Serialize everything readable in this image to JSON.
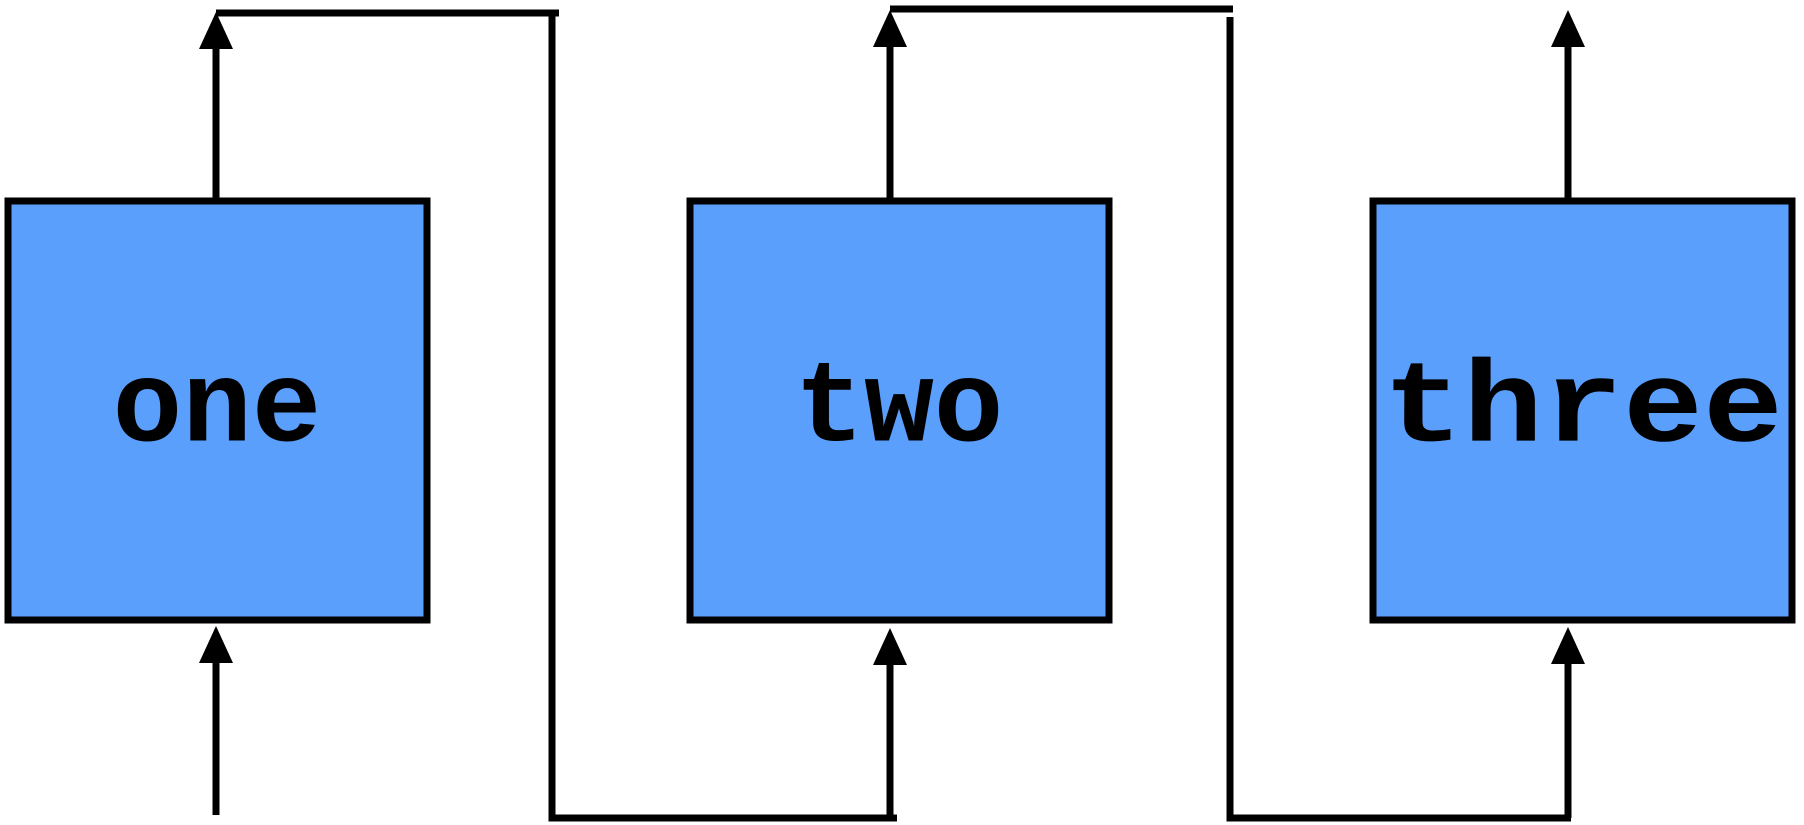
{
  "diagram": {
    "background": "#ffffff",
    "box_fill": "#5a9ffc",
    "stroke_color": "#000000",
    "boxes": [
      {
        "id": "one",
        "label": "one"
      },
      {
        "id": "two",
        "label": "two"
      },
      {
        "id": "three",
        "label": "three"
      }
    ]
  }
}
